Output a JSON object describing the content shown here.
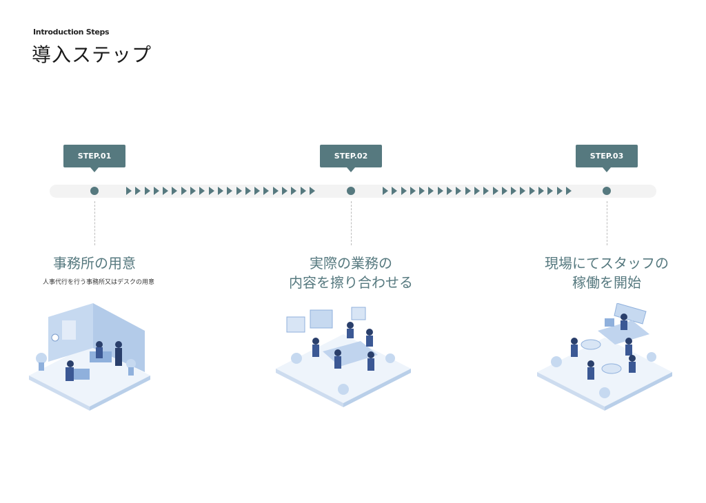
{
  "header": {
    "subtitle": "Introduction Steps",
    "title": "導入ステップ"
  },
  "steps": [
    {
      "tag": "STEP.01",
      "title_line1": "事務所の用意",
      "title_line2": "",
      "description": "人事代行を行う事務所又はデスクの用意",
      "illustration": "office-illustration"
    },
    {
      "tag": "STEP.02",
      "title_line1": "実際の業務の",
      "title_line2": "内容を擦り合わせる",
      "illustration": "meeting-illustration"
    },
    {
      "tag": "STEP.03",
      "title_line1": "現場にてスタッフの",
      "title_line2": "稼働を開始",
      "illustration": "workplace-illustration"
    }
  ],
  "colors": {
    "accent": "#56797f",
    "track": "#f3f3f3",
    "illustration": "#a9c6e8"
  }
}
